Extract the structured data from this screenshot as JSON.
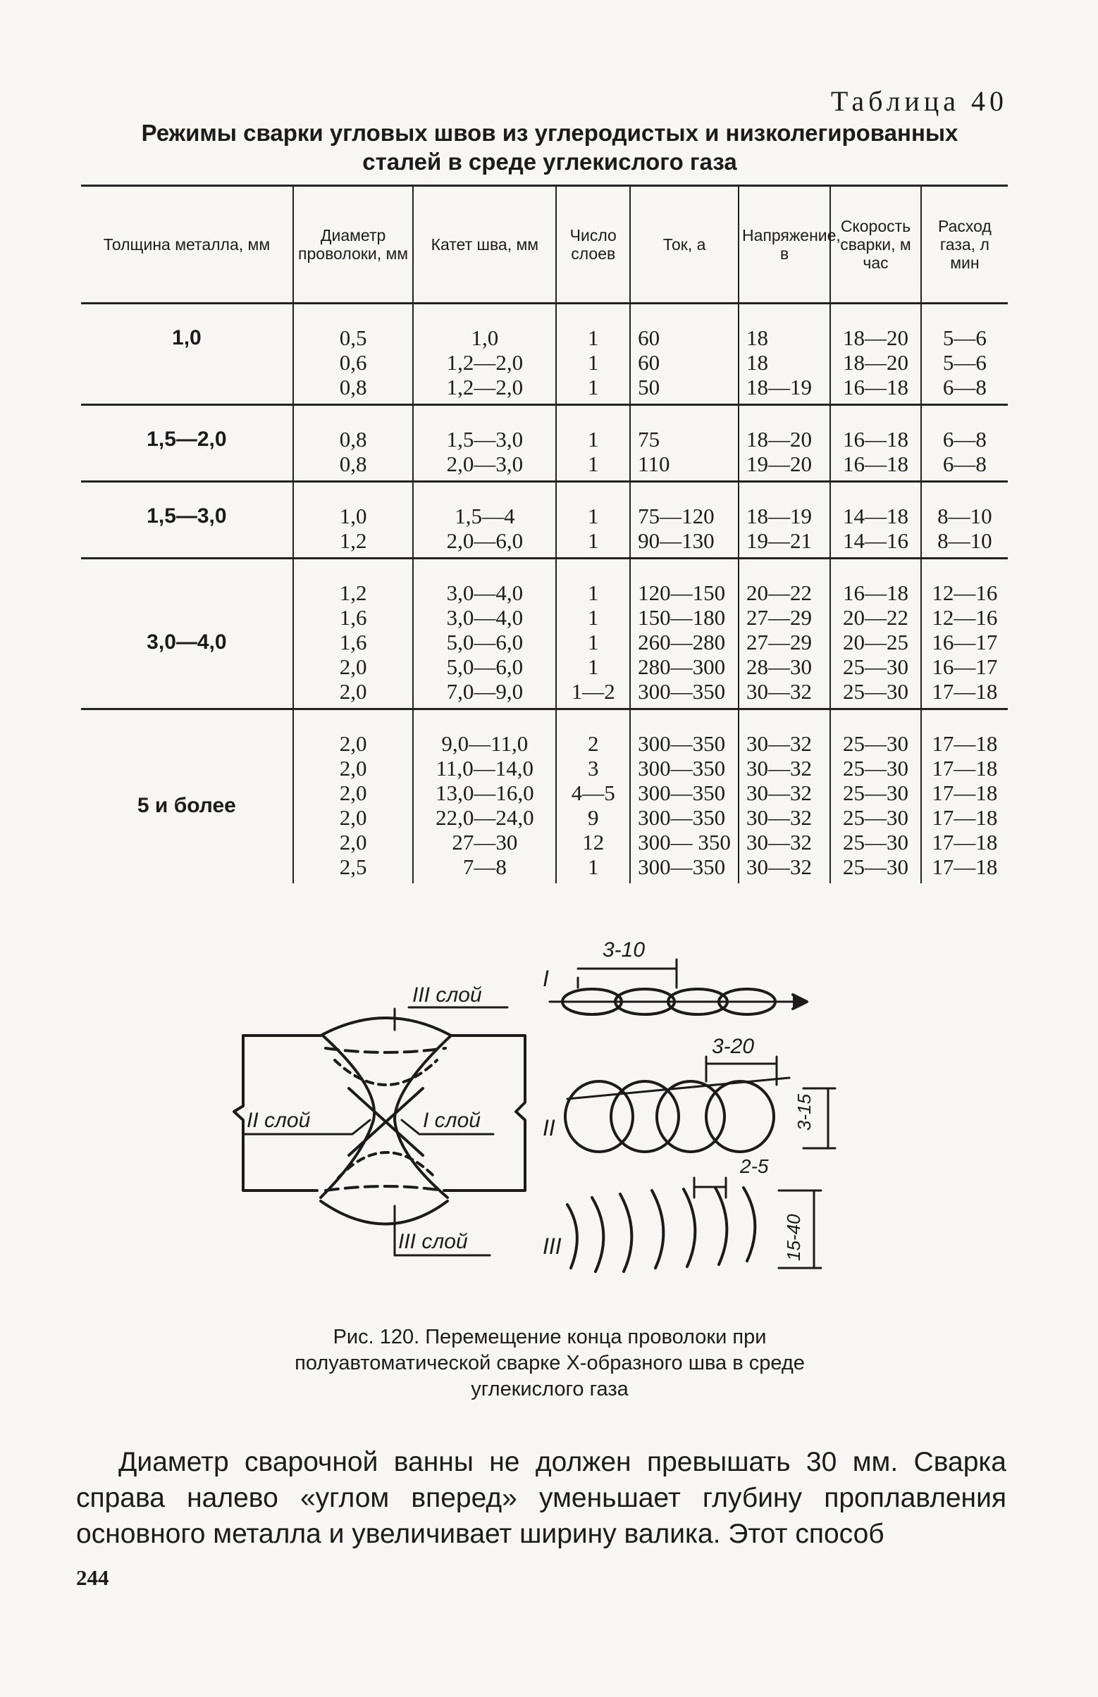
{
  "table_label": "Таблица 40",
  "table_title": "Режимы сварки угловых швов из углеродистых и низколегированных сталей в среде углекислого газа",
  "table": {
    "headers": [
      "Толщина металла, мм",
      "Диаметр проволоки, мм",
      "Катет шва, мм",
      "Число слоев",
      "Ток, а",
      "Напряжение, в",
      "Скорость сварки, м час",
      "Расход газа, л мин"
    ],
    "groups": [
      {
        "thickness": "1,0",
        "diameter": [
          "0,5",
          "0,6",
          "0,8"
        ],
        "leg": [
          "1,0",
          "1,2—2,0",
          "1,2—2,0"
        ],
        "layers": [
          "1",
          "1",
          "1"
        ],
        "current": [
          "60",
          "60",
          "50"
        ],
        "voltage": [
          "18",
          "18",
          "18—19"
        ],
        "speed": [
          "18—20",
          "18—20",
          "16—18"
        ],
        "gas": [
          "5—6",
          "5—6",
          "6—8"
        ]
      },
      {
        "thickness": "1,5—2,0",
        "diameter": [
          "0,8",
          "0,8"
        ],
        "leg": [
          "1,5—3,0",
          "2,0—3,0"
        ],
        "layers": [
          "1",
          "1"
        ],
        "current": [
          "75",
          "110"
        ],
        "voltage": [
          "18—20",
          "19—20"
        ],
        "speed": [
          "16—18",
          "16—18"
        ],
        "gas": [
          "6—8",
          "6—8"
        ]
      },
      {
        "thickness": "1,5—3,0",
        "diameter": [
          "1,0",
          "1,2"
        ],
        "leg": [
          "1,5—4",
          "2,0—6,0"
        ],
        "layers": [
          "1",
          "1"
        ],
        "current": [
          "75—120",
          "90—130"
        ],
        "voltage": [
          "18—19",
          "19—21"
        ],
        "speed": [
          "14—18",
          "14—16"
        ],
        "gas": [
          "8—10",
          "8—10"
        ]
      },
      {
        "thickness": "3,0—4,0",
        "diameter": [
          "1,2",
          "1,6",
          "1,6",
          "2,0",
          "2,0"
        ],
        "leg": [
          "3,0—4,0",
          "3,0—4,0",
          "5,0—6,0",
          "5,0—6,0",
          "7,0—9,0"
        ],
        "layers": [
          "1",
          "1",
          "1",
          "1",
          "1—2"
        ],
        "current": [
          "120—150",
          "150—180",
          "260—280",
          "280—300",
          "300—350"
        ],
        "voltage": [
          "20—22",
          "27—29",
          "27—29",
          "28—30",
          "30—32"
        ],
        "speed": [
          "16—18",
          "20—22",
          "20—25",
          "25—30",
          "25—30"
        ],
        "gas": [
          "12—16",
          "12—16",
          "16—17",
          "16—17",
          "17—18"
        ]
      },
      {
        "thickness": "5 и более",
        "diameter": [
          "2,0",
          "2,0",
          "2,0",
          "2,0",
          "2,0",
          "2,5"
        ],
        "leg": [
          "9,0—11,0",
          "11,0—14,0",
          "13,0—16,0",
          "22,0—24,0",
          "27—30",
          "7—8"
        ],
        "layers": [
          "2",
          "3",
          "4—5",
          "9",
          "12",
          "1"
        ],
        "current": [
          "300—350",
          "300—350",
          "300—350",
          "300—350",
          "300— 350",
          "300—350"
        ],
        "voltage": [
          "30—32",
          "30—32",
          "30—32",
          "30—32",
          "30—32",
          "30—32"
        ],
        "speed": [
          "25—30",
          "25—30",
          "25—30",
          "25—30",
          "25—30",
          "25—30"
        ],
        "gas": [
          "17—18",
          "17—18",
          "17—18",
          "17—18",
          "17—18",
          "17—18"
        ]
      }
    ]
  },
  "figure": {
    "layer_labels": {
      "third_top": "III слой",
      "second": "II слой",
      "first": "I слой",
      "third_bottom": "III слой"
    },
    "pattern_labels": {
      "p1": "I",
      "p2": "II",
      "p3": "III"
    },
    "dimensions": {
      "d1": "3-10",
      "d2": "3-20",
      "d3": "3-15",
      "d4": "2-5",
      "d5": "15-40"
    }
  },
  "caption": "Рис. 120. Перемещение конца проволоки при полуавтоматической сварке Х-образного шва в среде углекислого газа",
  "body_text": "Диаметр сварочной ванны не должен превышать 30 мм. Сварка справа налево «углом вперед» уменьшает глубину проплавления основного металла и увеличивает ширину валика. Этот способ",
  "page_number": "244"
}
